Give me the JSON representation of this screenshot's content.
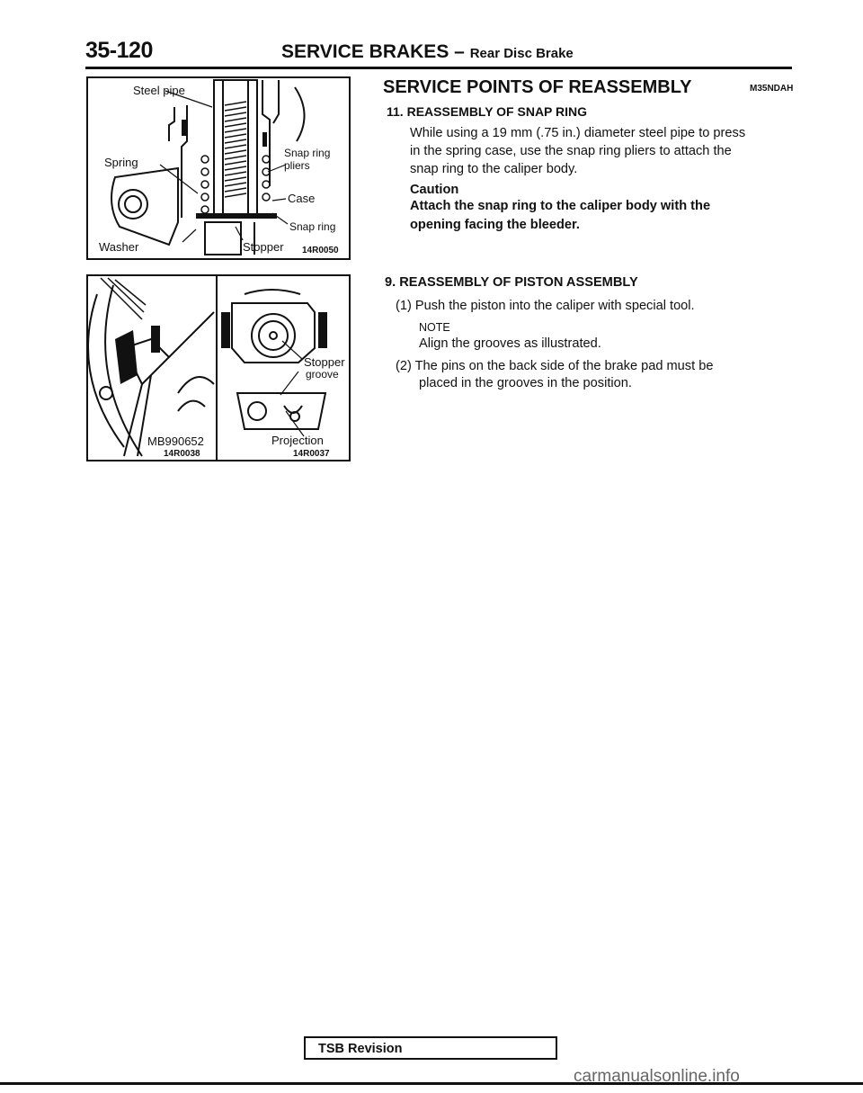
{
  "header": {
    "page_number": "35-120",
    "title": "SERVICE BRAKES",
    "dash": "–",
    "subtitle": "Rear Disc Brake"
  },
  "figure1": {
    "labels": {
      "steel_pipe": "Steel pipe",
      "snap_ring_pliers_1": "Snap ring",
      "snap_ring_pliers_2": "pliers",
      "spring": "Spring",
      "case": "Case",
      "snap_ring": "Snap ring",
      "washer": "Washer",
      "stopper": "Stopper"
    },
    "code": "14R0050"
  },
  "figure2": {
    "labels": {
      "tool": "MB990652"
    },
    "code": "14R0038"
  },
  "figure3": {
    "labels": {
      "stopper": "Stopper",
      "groove": "groove",
      "projection": "Projection"
    },
    "code": "14R0037"
  },
  "content": {
    "heading": "SERVICE POINTS OF REASSEMBLY",
    "heading_code": "M35NDAH",
    "section11": {
      "title": "11. REASSEMBLY OF SNAP RING",
      "line1": "While using a 19 mm (.75 in.) diameter steel pipe to press",
      "line2": "in the spring case, use the snap ring pliers to attach the",
      "line3": "snap ring to the caliper body.",
      "caution_label": "Caution",
      "caution_line1": "Attach the snap ring to the caliper body with the",
      "caution_line2": "opening facing the bleeder."
    },
    "section9": {
      "title": "9. REASSEMBLY OF PISTON ASSEMBLY",
      "step1": "(1) Push the piston into the caliper with special tool.",
      "note_label": "NOTE",
      "note_text": "Align the grooves as illustrated.",
      "step2_line1": "(2) The pins on the back side of the brake pad must be",
      "step2_line2": "placed in the grooves in the position."
    }
  },
  "footer": {
    "tsb": "TSB Revision",
    "watermark": "carmanualsonline.info"
  }
}
